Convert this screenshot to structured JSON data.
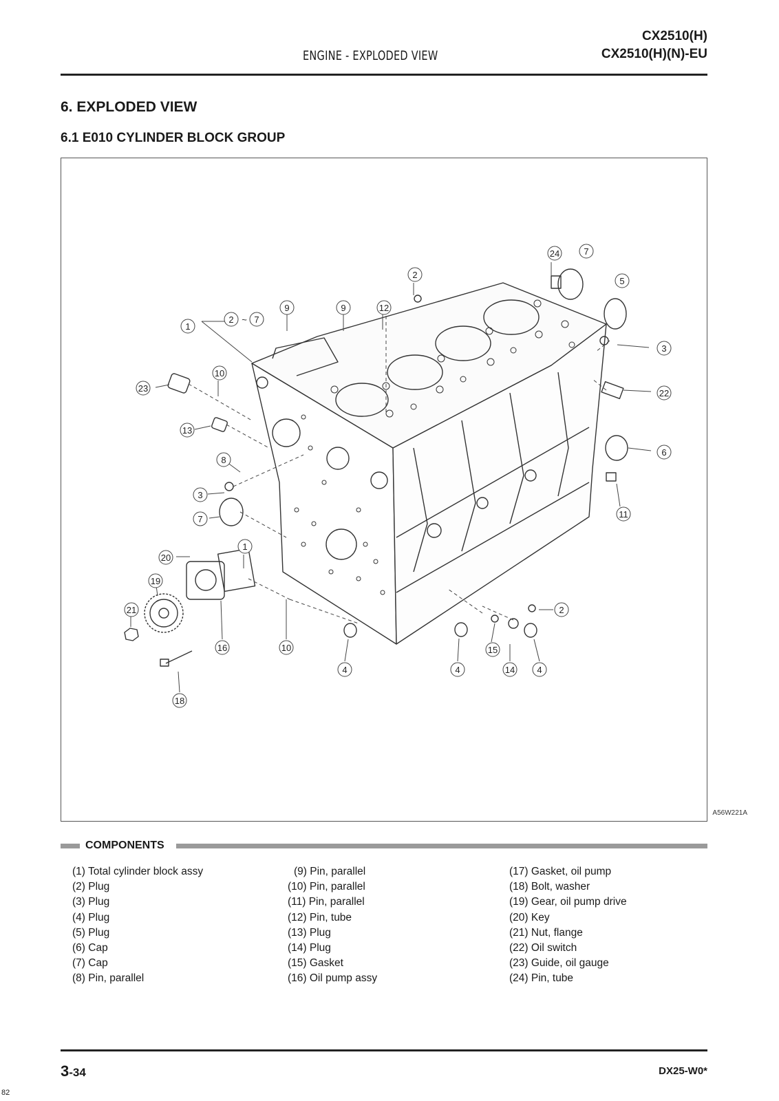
{
  "header": {
    "title": "ENGINE - EXPLODED VIEW",
    "models": [
      "CX2510(H)",
      "CX2510(H)(N)-EU"
    ]
  },
  "section": {
    "title": "6. EXPLODED VIEW",
    "subtitle": "6.1  E010  CYLINDER BLOCK GROUP"
  },
  "figure": {
    "id": "A56W221A",
    "callouts": {
      "c1a": "1",
      "c2a": "2",
      "c7a": "7",
      "tilde": "~",
      "c9a": "9",
      "c9b": "9",
      "c12": "12",
      "c2b": "2",
      "c24": "24",
      "c7b": "7",
      "c5": "5",
      "c3a": "3",
      "c22": "22",
      "c10a": "10",
      "c23": "23",
      "c13": "13",
      "c6": "6",
      "c8": "8",
      "c3b": "3",
      "c11": "11",
      "c7c": "7",
      "c1b": "1",
      "c20": "20",
      "c19": "19",
      "c21": "21",
      "c16": "16",
      "c10b": "10",
      "c2c": "2",
      "c15": "15",
      "c4a": "4",
      "c4b": "4",
      "c14": "14",
      "c4c": "4",
      "c18": "18"
    }
  },
  "components": {
    "label": "COMPONENTS",
    "col1": [
      "(1) Total cylinder block assy",
      "(2) Plug",
      "(3) Plug",
      "(4) Plug",
      "(5) Plug",
      "(6) Cap",
      "(7) Cap",
      "(8) Pin, parallel"
    ],
    "col2": [
      "(9) Pin, parallel",
      "(10) Pin, parallel",
      "(11) Pin, parallel",
      "(12) Pin, tube",
      "(13) Plug",
      "(14) Plug",
      "(15) Gasket",
      "(16) Oil pump assy"
    ],
    "col3": [
      "(17) Gasket, oil pump",
      "(18) Bolt, washer",
      "(19) Gear, oil pump drive",
      "(20) Key",
      "(21) Nut, flange",
      "(22) Oil switch",
      "(23) Guide, oil gauge",
      "(24) Pin, tube"
    ]
  },
  "footer": {
    "page_major": "3",
    "page_minor": "-34",
    "doc_code": "DX25-W0*",
    "margin_number": "82"
  }
}
